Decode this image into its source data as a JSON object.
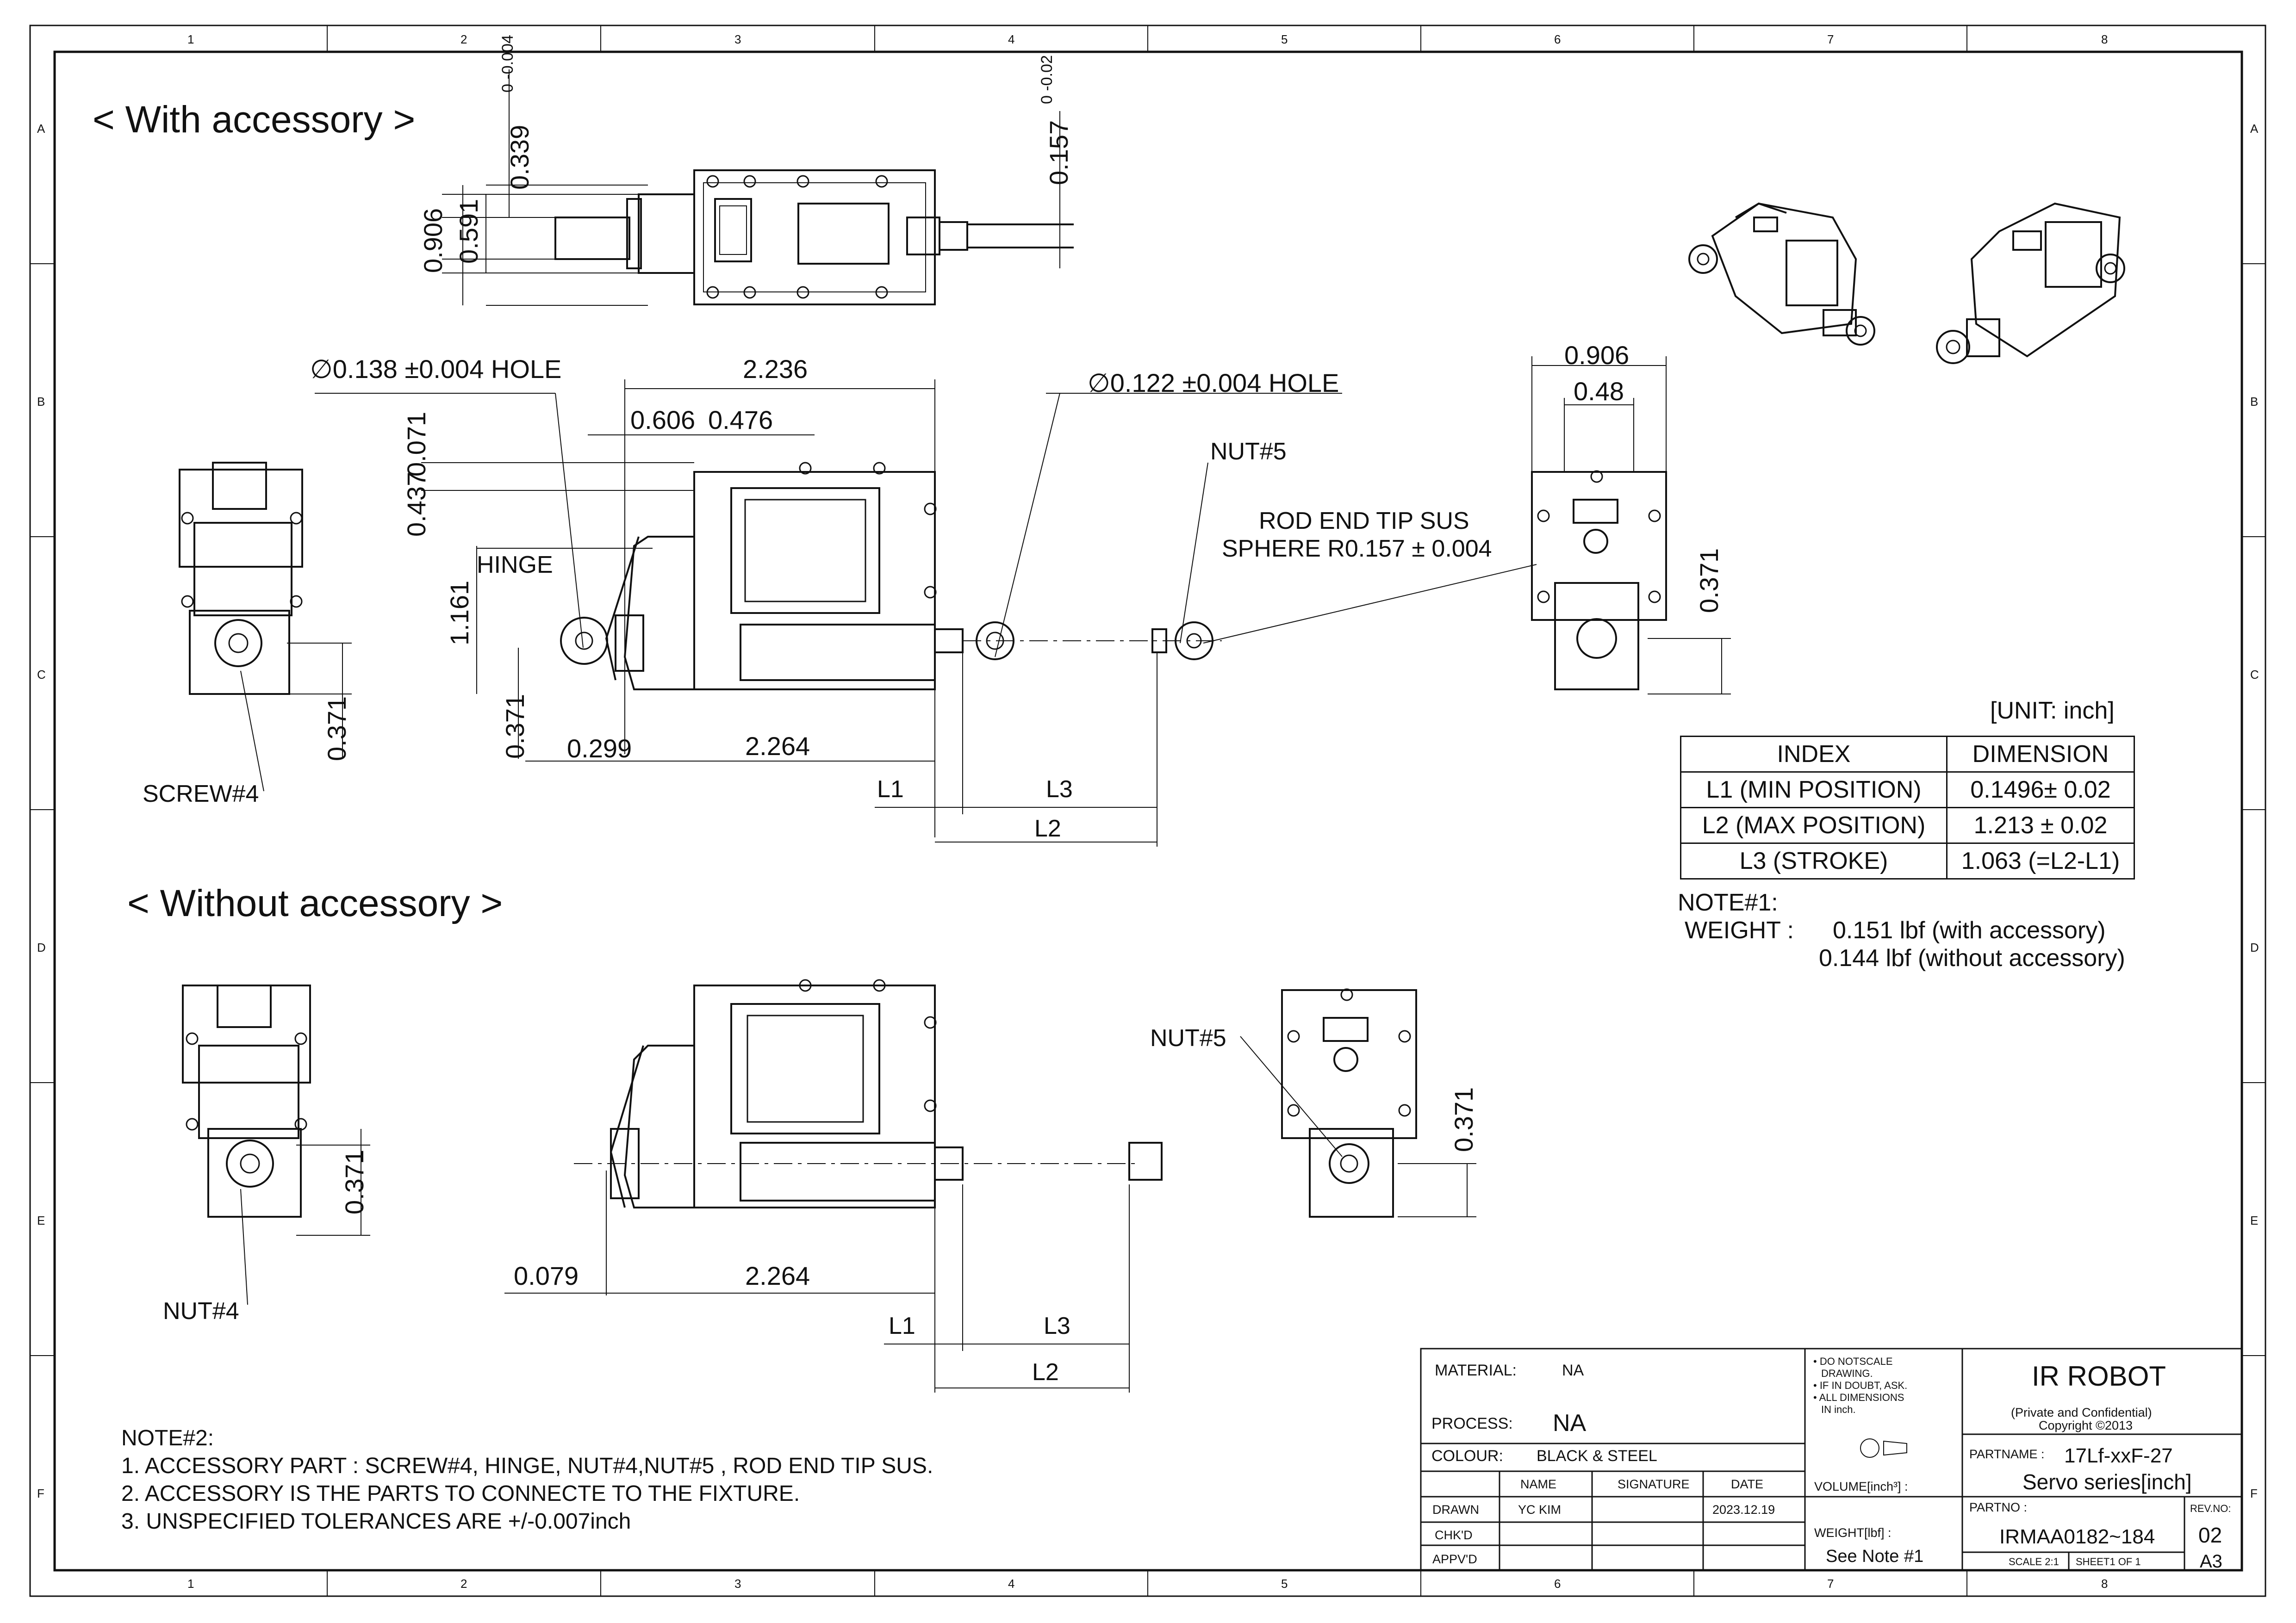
{
  "grid": {
    "cols": [
      "1",
      "2",
      "3",
      "4",
      "5",
      "6",
      "7",
      "8"
    ],
    "rows": [
      "A",
      "B",
      "C",
      "D",
      "E",
      "F"
    ]
  },
  "sections": {
    "with": "< With accessory >",
    "without": "< Without accessory >"
  },
  "dims": {
    "d0906": "0.906",
    "d0591": "0.591",
    "d0339": "0.339",
    "tol339": "0  -0.004",
    "d0157": "0.157",
    "tol157": "0  -0.02",
    "hole1": "∅0.138 ±0.004 HOLE",
    "d2236": "2.236",
    "d0606": "0.606",
    "d0476": "0.476",
    "hole2": "∅0.122 ±0.004 HOLE",
    "nut5": "NUT#5",
    "rod1": "ROD END TIP SUS",
    "rod2": "SPHERE R0.157 ± 0.004",
    "d0437": "0.437",
    "d0071": "0.071",
    "hinge": "HINGE",
    "d1161": "1.161",
    "d0371": "0.371",
    "d0299": "0.299",
    "d2264": "2.264",
    "L1": "L1",
    "L2": "L2",
    "L3": "L3",
    "screw4": "SCREW#4",
    "side0906": "0.906",
    "side048": "0.48",
    "d0079": "0.079",
    "nut4": "NUT#4"
  },
  "unit": "[UNIT: inch]",
  "index_table": {
    "headers": [
      "INDEX",
      "DIMENSION"
    ],
    "rows": [
      [
        "L1 (MIN POSITION)",
        "0.1496± 0.02"
      ],
      [
        "L2 (MAX POSITION)",
        "1.213 ± 0.02"
      ],
      [
        "L3 (STROKE)",
        "1.063 (=L2-L1)"
      ]
    ]
  },
  "note1": {
    "title": "NOTE#1:",
    "weight_label": "WEIGHT :",
    "w1": "0.151 lbf  (with accessory)",
    "w2": "0.144 lbf  (without accessory)"
  },
  "note2": {
    "title": "NOTE#2:",
    "lines": [
      "1. ACCESSORY PART :  SCREW#4, HINGE, NUT#4,NUT#5 , ROD END TIP SUS.",
      "2. ACCESSORY IS THE PARTS TO CONNECTE TO THE FIXTURE.",
      "3. UNSPECIFIED TOLERANCES ARE +/-0.007inch"
    ]
  },
  "title_block": {
    "material_label": "MATERIAL:",
    "material": "NA",
    "process_label": "PROCESS:",
    "process": "NA",
    "colour_label": "COLOUR:",
    "colour": "BLACK & STEEL",
    "bullets": [
      "• DO NOTSCALE",
      "DRAWING.",
      "• IF IN DOUBT, ASK.",
      "• ALL DIMENSIONS",
      "IN inch."
    ],
    "company": "IR ROBOT",
    "conf1": "(Private and Confidential)",
    "conf2": "Copyright ©2013",
    "col_name": "NAME",
    "col_sig": "SIGNATURE",
    "col_date": "DATE",
    "drawn": "DRAWN",
    "drawn_name": "YC KIM",
    "drawn_date": "2023.12.19",
    "chkd": "CHK'D",
    "appvd": "APPV'D",
    "volume_label": "VOLUME[inch³] :",
    "weight_label": "WEIGHT[lbf] :",
    "weight": "See Note #1",
    "partname_label": "PARTNAME :",
    "partname1": "17Lf-xxF-27",
    "partname2": "Servo series[inch]",
    "partno_label": "PARTNO :",
    "partno": "IRMAA0182~184",
    "revno_label": "REV.NO:",
    "revno": "02",
    "scale": "SCALE  2:1",
    "sheet": "SHEET1 OF 1",
    "size": "A3"
  }
}
